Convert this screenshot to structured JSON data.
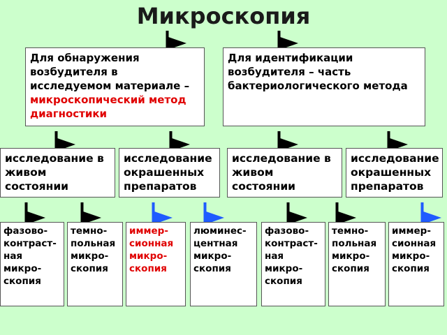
{
  "title": "Микроскопия",
  "colors": {
    "background": "#ccffcc",
    "box": "#ffffff",
    "red_text": "#e00000",
    "arrow_dark": "#000000",
    "arrow_blue": "#1f5bff"
  },
  "level1": [
    {
      "text": "Для обнаружения\nвозбудителя в\nисследуемом материале –",
      "highlight": "микроскопический метод\nдиагностики"
    },
    {
      "text": "Для идентификации\nвозбудителя – часть\nбактериологического метода"
    }
  ],
  "level2": [
    "исследование в\nживом\nсостоянии",
    "исследование\nокрашенных\nпрепаратов",
    "исследование в\nживом\nсостоянии",
    "исследование\nокрашенных\nпрепаратов"
  ],
  "level3": [
    {
      "text": "фазово-\nконтраст-\nная\nмикро-\nскопия",
      "color": "black",
      "arrow": "dark"
    },
    {
      "text": "темно-\nпольная\nмикро-\nскопия",
      "color": "black",
      "arrow": "dark"
    },
    {
      "text": "иммер-\nсионная\nмикро-\nскопия",
      "color": "red",
      "arrow": "blue"
    },
    {
      "text": "люминес-\nцентная\nмикро-\nскопия",
      "color": "black",
      "arrow": "blue"
    },
    {
      "text": "фазово-\nконтраст-\nная\nмикро-\nскопия",
      "color": "black",
      "arrow": "dark"
    },
    {
      "text": "темно-\nпольная\nмикро-\nскопия",
      "color": "black",
      "arrow": "dark"
    },
    {
      "text": "иммер-\nсионная\nмикро-\nскопия",
      "color": "black",
      "arrow": "blue"
    }
  ]
}
